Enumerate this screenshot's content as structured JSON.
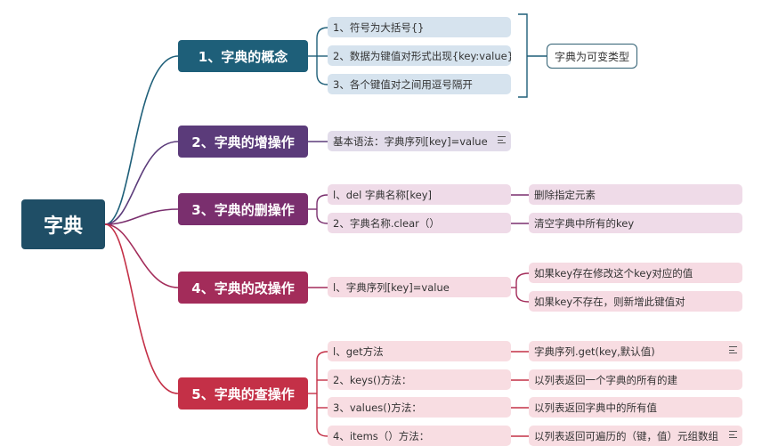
{
  "root": {
    "label": "字典"
  },
  "colors": {
    "root": "#1f4e66",
    "branches": [
      "#1e5f79",
      "#5b3b7a",
      "#7a2f6e",
      "#a32c5a",
      "#c43047"
    ],
    "leaf_blue": "#d6e3ee",
    "leaf_lilac": "#e2dcea",
    "leaf_pink": "#efdbe8",
    "leaf_rose": "#f6dbe3",
    "leaf_red": "#f8dde2"
  },
  "branches": [
    {
      "label": "1、字典的概念",
      "items": [
        "1、符号为大括号{}",
        "2、数据为键值对形式出现{key:value}",
        "3、各个键值对之间用逗号隔开"
      ],
      "note": "字典为可变类型"
    },
    {
      "label": "2、字典的增操作",
      "items": [
        "基本语法：字典序列[key]=value"
      ]
    },
    {
      "label": "3、字典的删操作",
      "items": [
        {
          "text": "l、del 字典名称[key]",
          "detail": "删除指定元素"
        },
        {
          "text": "2、字典名称.clear（）",
          "detail": "清空字典中所有的key"
        }
      ]
    },
    {
      "label": "4、字典的改操作",
      "items": [
        {
          "text": "l、字典序列[key]=value",
          "details": [
            "如果key存在修改这个key对应的值",
            "如果key不存在，则新增此键值对"
          ]
        }
      ]
    },
    {
      "label": "5、字典的查操作",
      "items": [
        {
          "text": "l、get方法",
          "detail": "字典序列.get(key,默认值)"
        },
        {
          "text": "2、keys()方法：",
          "detail": "以列表返回一个字典的所有的建"
        },
        {
          "text": "3、values()方法：",
          "detail": "以列表返回字典中的所有值"
        },
        {
          "text": "4、items（）方法：",
          "detail": "以列表返回可遍历的（键，值）元组数组"
        }
      ]
    }
  ]
}
